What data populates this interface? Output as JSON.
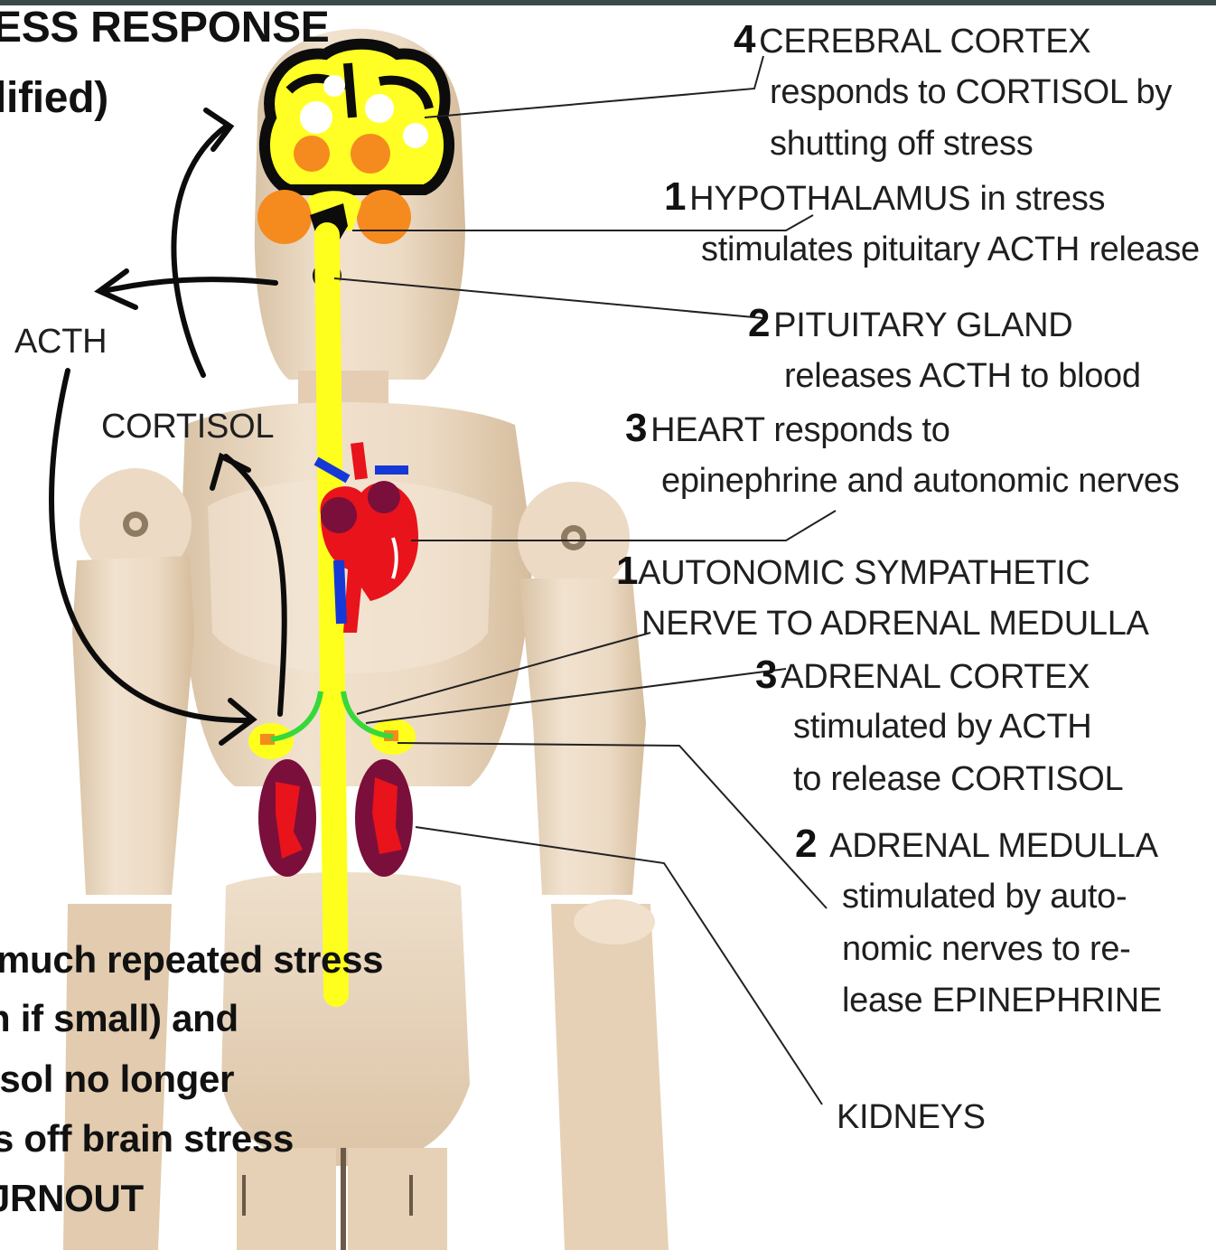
{
  "colors": {
    "skin": "#e9d5be",
    "skin_shadow": "#d8bea0",
    "nerve": "#ffff1e",
    "heart": "#e8131b",
    "heart_dark": "#7a0f3b",
    "vessel": "#1638d6",
    "adrenal_green": "#37d83a",
    "orange": "#f58a1e",
    "black": "#0c0c0c"
  },
  "title": {
    "line1": "ESS RESPONSE",
    "line2": "lified)"
  },
  "left_labels": {
    "acth": "ACTH",
    "cortisol": "CORTISOL"
  },
  "bottom_text": [
    "much repeated stress",
    "n if small) and",
    "isol no longer",
    "s off brain stress",
    "JRNOUT"
  ],
  "labels": {
    "cerebral_cortex": {
      "number": "4",
      "lines": [
        "CEREBRAL CORTEX",
        "responds to CORTISOL by",
        "shutting off stress"
      ]
    },
    "hypothalamus": {
      "number": "1",
      "lines": [
        "HYPOTHALAMUS in stress",
        "stimulates pituitary ACTH release"
      ]
    },
    "pituitary": {
      "number": "2",
      "lines": [
        "PITUITARY GLAND",
        "releases ACTH to blood"
      ]
    },
    "heart": {
      "number": "3",
      "lines": [
        "HEART responds to",
        "epinephrine and autonomic nerves"
      ]
    },
    "autonomic": {
      "number": "1",
      "lines": [
        "AUTONOMIC SYMPATHETIC",
        "NERVE TO ADRENAL MEDULLA"
      ]
    },
    "adrenal_cortex": {
      "number": "3",
      "lines": [
        "ADRENAL CORTEX",
        "stimulated by ACTH",
        "to release CORTISOL"
      ]
    },
    "adrenal_medulla": {
      "number": "2",
      "lines": [
        "ADRENAL MEDULLA",
        "stimulated by auto-",
        "nomic nerves to re-",
        "lease EPINEPHRINE"
      ]
    },
    "kidneys": {
      "lines": [
        "KIDNEYS"
      ]
    }
  }
}
